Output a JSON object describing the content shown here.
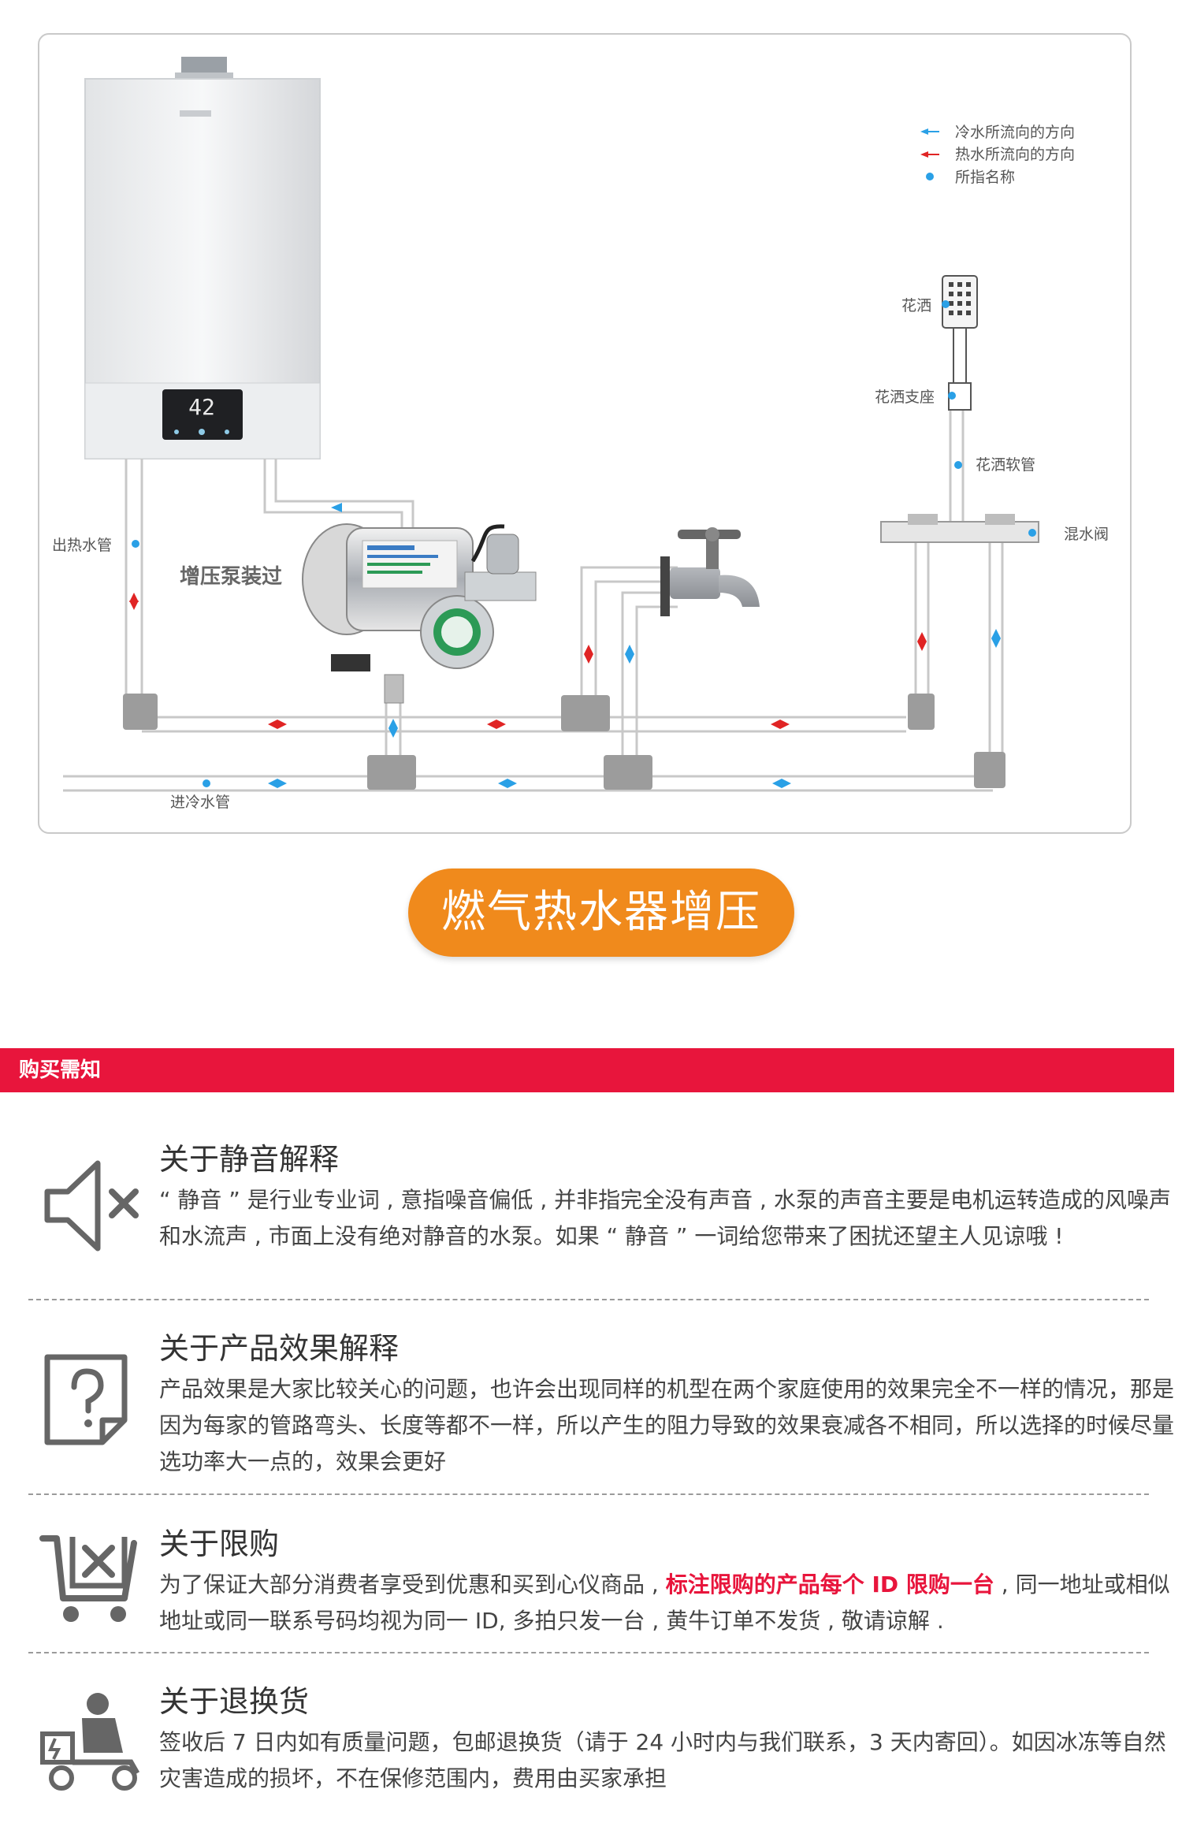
{
  "legend": {
    "cold": "冷水所流向的方向",
    "hot": "热水所流向的方向",
    "name": "所指名称"
  },
  "heater_display": "42",
  "labels": {
    "shower_head": "花洒",
    "shower_holder": "花洒支座",
    "shower_hose": "花洒软管",
    "mixer_valve": "混水阀",
    "hot_pipe": "出热水管",
    "cold_inlet": "进冷水管",
    "pump_install": "增压泵装过"
  },
  "banner": "燃气热水器增压",
  "notice": {
    "title": "购买需知"
  },
  "sections": [
    {
      "title": "关于静音解释",
      "body": "“ 静音 ” 是行业专业词 , 意指噪音偏低 , 并非指完全没有声音 , 水泵的声音主要是电机运转造成的风噪声和水流声 , 市面上没有绝对静音的水泵。如果 “ 静音 ” 一词给您带来了困扰还望主人见谅哦 !"
    },
    {
      "title": "关于产品效果解释",
      "body": "产品效果是大家比较关心的问题，也许会出现同样的机型在两个家庭使用的效果完全不一样的情况，那是因为每家的管路弯头、长度等都不一样，所以产生的阻力导致的效果衰减各不相同，所以选择的时候尽量选功率大一点的，效果会更好"
    },
    {
      "title": "关于限购",
      "body_a": "为了保证大部分消费者享受到优惠和买到心仪商品 , ",
      "body_hl": "标注限购的产品每个 ID 限购一台",
      "body_b": " , 同一地址或相似地址或同一联系号码均视为同一 ID, 多拍只发一台 , 黄牛订单不发货 , 敬请谅解 ."
    },
    {
      "title": "关于退换货",
      "body": "签收后 7 日内如有质量问题，包邮退换货（请于 24 小时内与我们联系，3 天内寄回）。如因冰冻等自然灾害造成的损坏，不在保修范围内，费用由买家承担"
    }
  ],
  "colors": {
    "accent_orange": "#f08a1c",
    "notice_red": "#e8153c",
    "cold_arrow": "#2aa0e6",
    "hot_arrow": "#e02424"
  }
}
